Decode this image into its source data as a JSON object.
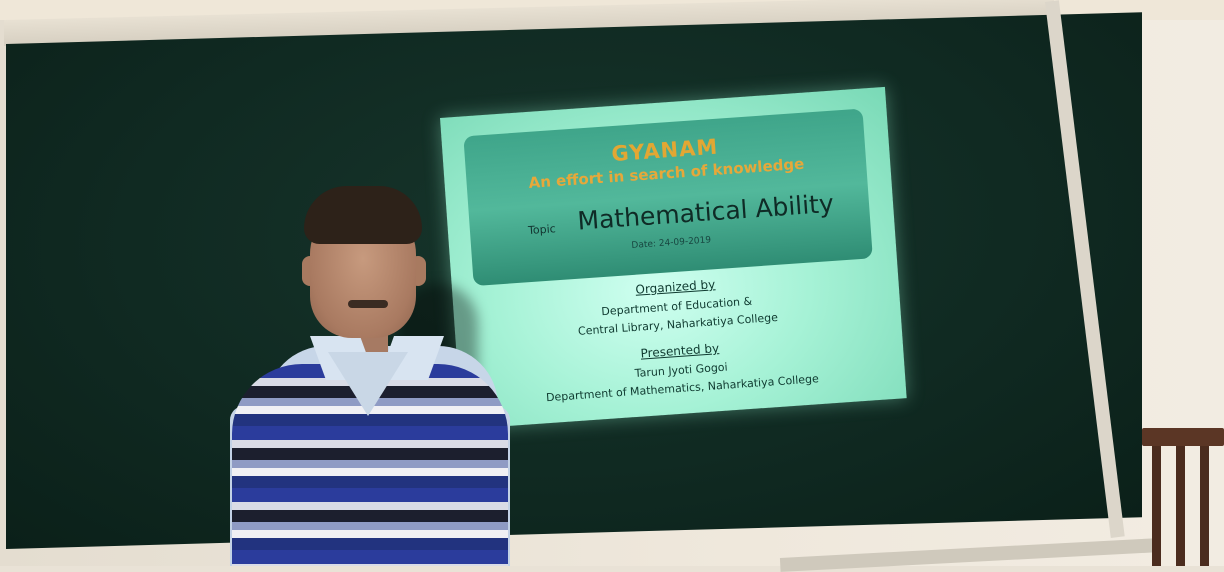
{
  "slide": {
    "title": "GYANAM",
    "tagline": "An effort in search of knowledge",
    "topic_label": "Topic",
    "subject": "Mathematical Ability",
    "date": "Date: 24-09-2019",
    "organized_heading": "Organized by",
    "organizer_line1": "Department of Education &",
    "organizer_line2": "Central Library, Naharkatiya College",
    "presented_heading": "Presented by",
    "presenter_name": "Tarun Jyoti Gogoi",
    "presenter_dept": "Department of Mathematics, Naharkatiya College"
  },
  "colors": {
    "board": "#102a22",
    "slide_glow": "#a6f2d6",
    "title_gold": "#e2a733",
    "vest_blue": "#2b3c9c"
  }
}
